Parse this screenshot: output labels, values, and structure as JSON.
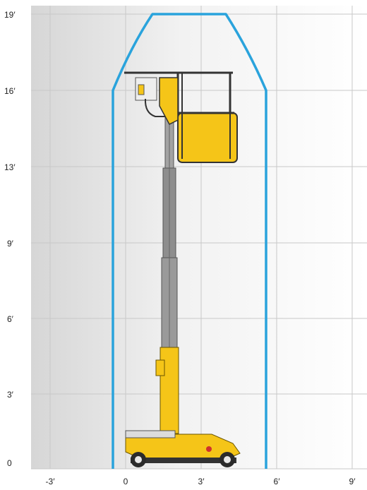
{
  "chart": {
    "y_tick_labels": [
      "19′",
      "16′",
      "13′",
      "9′",
      "6′",
      "3′",
      "0"
    ],
    "x_tick_labels": [
      "-3′",
      "0",
      "3′",
      "6′",
      "9′"
    ]
  },
  "colors": {
    "envelope": "#2aa3dc",
    "machine_yellow": "#f5c518",
    "mast_gray": "#9a9a9a",
    "grid": "#c8c8c8",
    "background_shade": "#e6e6e6"
  }
}
